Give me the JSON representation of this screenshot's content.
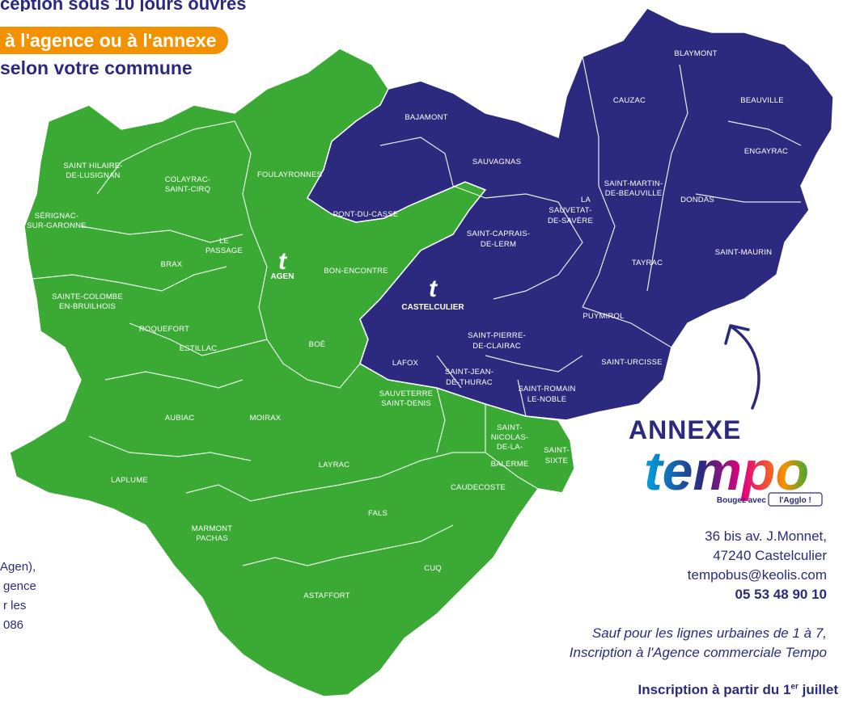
{
  "header": {
    "line1": "ception sous 10 jours ouvrés",
    "line2": "à l'agence ou à l'annexe",
    "line3": "selon votre commune"
  },
  "colors": {
    "green": "#3aaa35",
    "navy": "#2b2a7f",
    "orange": "#f39200",
    "white": "#ffffff"
  },
  "hubs": {
    "agen": "AGEN",
    "castelculier": "CASTELCULIER"
  },
  "municipalities_green": [
    "SAINT HILAIRE-",
    "DE-LUSIGNAN",
    "COLAYRAC-",
    "SAINT-CIRQ",
    "FOULAYRONNES",
    "SÉRIGNAC-",
    "SUR-GARONNE",
    "LE",
    "PASSAGE",
    "BRAX",
    "BON-ENCONTRE",
    "SAINTE-COLOMBE",
    "EN-BRUILHOIS",
    "ROQUEFORT",
    "ESTILLAC",
    "BOÉ",
    "AUBIAC",
    "MOIRAX",
    "LAPLUME",
    "LAYRAC",
    "MARMONT",
    "PACHAS",
    "FALS",
    "CUQ",
    "ASTAFFORT",
    "SAUVETERRE",
    "SAINT-DENIS",
    "SAINT-",
    "NICOLAS-",
    "DE-LA-",
    "BALERME",
    "SAINT-",
    "SIXTE",
    "CAUDECOSTE"
  ],
  "municipalities_navy": [
    "BLAYMONT",
    "CAUZAC",
    "BEAUVILLE",
    "BAJAMONT",
    "SAUVAGNAS",
    "ENGAYRAC",
    "SAINT-MARTIN-",
    "DE-BEAUVILLE",
    "LA",
    "SAUVETAT-",
    "DE-SAVÈRE",
    "DONDAS",
    "PONT-DU-CASSE",
    "SAINT-CAPRAIS-",
    "DE-LERM",
    "TAYRAC",
    "SAINT-MAURIN",
    "PUYMIROL",
    "SAINT-PIERRE-",
    "DE-CLAIRAC",
    "LAFOX",
    "SAINT-JEAN-",
    "DE-THURAC",
    "SAINT-URCISSE",
    "SAINT-ROMAIN",
    "LE-NOBLE"
  ],
  "annexe": {
    "label": "ANNEXE",
    "brand": "tempo",
    "tagline_a": "Bougez avec",
    "tagline_b": "l'Agglo !"
  },
  "contact": {
    "address1": "36 bis av. J.Monnet,",
    "address2": "47240 Castelculier",
    "email": "tempobus@keolis.com",
    "phone": "05 53 48 90 10"
  },
  "note": {
    "line1": "Sauf pour les lignes urbaines de 1 à 7,",
    "line2": "Inscription à l'Agence commerciale Tempo"
  },
  "inscription": {
    "text": "Inscription à partir du 1",
    "sup": "er",
    "rest": " juillet"
  },
  "left_note": {
    "line1": "Agen),",
    "line2": "gence",
    "line3": "r les",
    "line4": "086"
  }
}
